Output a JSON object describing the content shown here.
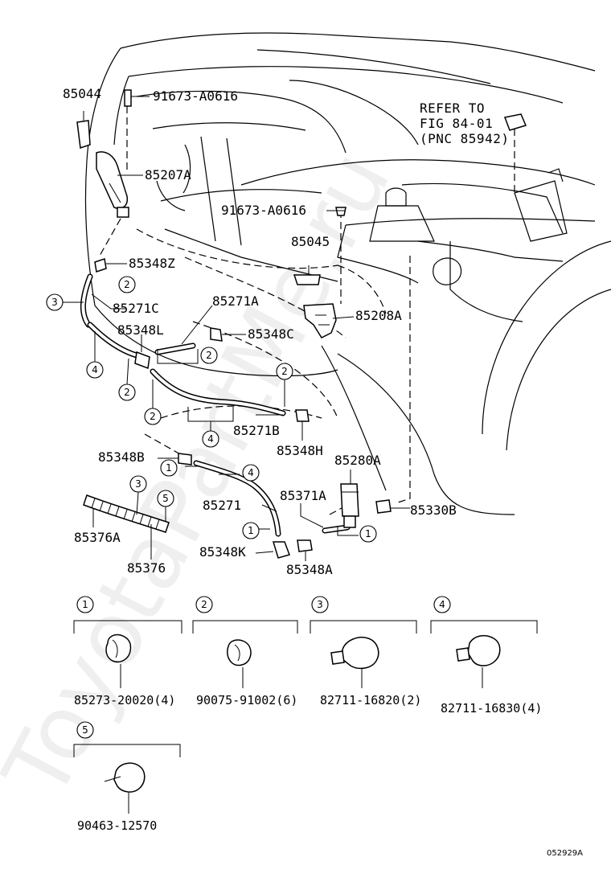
{
  "diagram": {
    "watermark": "ToyotaPartMe.ru",
    "diagram_code": "052929A",
    "reference": {
      "line1": "REFER TO",
      "line2": "FIG 84-01",
      "line3": "(PNC 85942)"
    },
    "part_labels": {
      "p85044": "85044",
      "p91673a": "91673-A0616",
      "p85207a": "85207A",
      "p91673b": "91673-A0616",
      "p85045": "85045",
      "p85348z": "85348Z",
      "p85271c": "85271C",
      "p85271a": "85271A",
      "p85208a": "85208A",
      "p85348l": "85348L",
      "p85348c": "85348C",
      "p85271b": "85271B",
      "p85348h": "85348H",
      "p85280a": "85280A",
      "p85348b": "85348B",
      "p85371a": "85371A",
      "p85330b": "85330B",
      "p85271": "85271",
      "p85376a": "85376A",
      "p85376": "85376",
      "p85348k": "85348K",
      "p85348a": "85348A"
    },
    "callout_numbers": {
      "c1": "1",
      "c2": "2",
      "c3": "3",
      "c4": "4",
      "c5": "5"
    },
    "legend": [
      {
        "key": "1",
        "part": "85273-20020(4)"
      },
      {
        "key": "2",
        "part": "90075-91002(6)"
      },
      {
        "key": "3",
        "part": "82711-16820(2)"
      },
      {
        "key": "4",
        "part": "82711-16830(4)"
      },
      {
        "key": "5",
        "part": "90463-12570"
      }
    ]
  }
}
